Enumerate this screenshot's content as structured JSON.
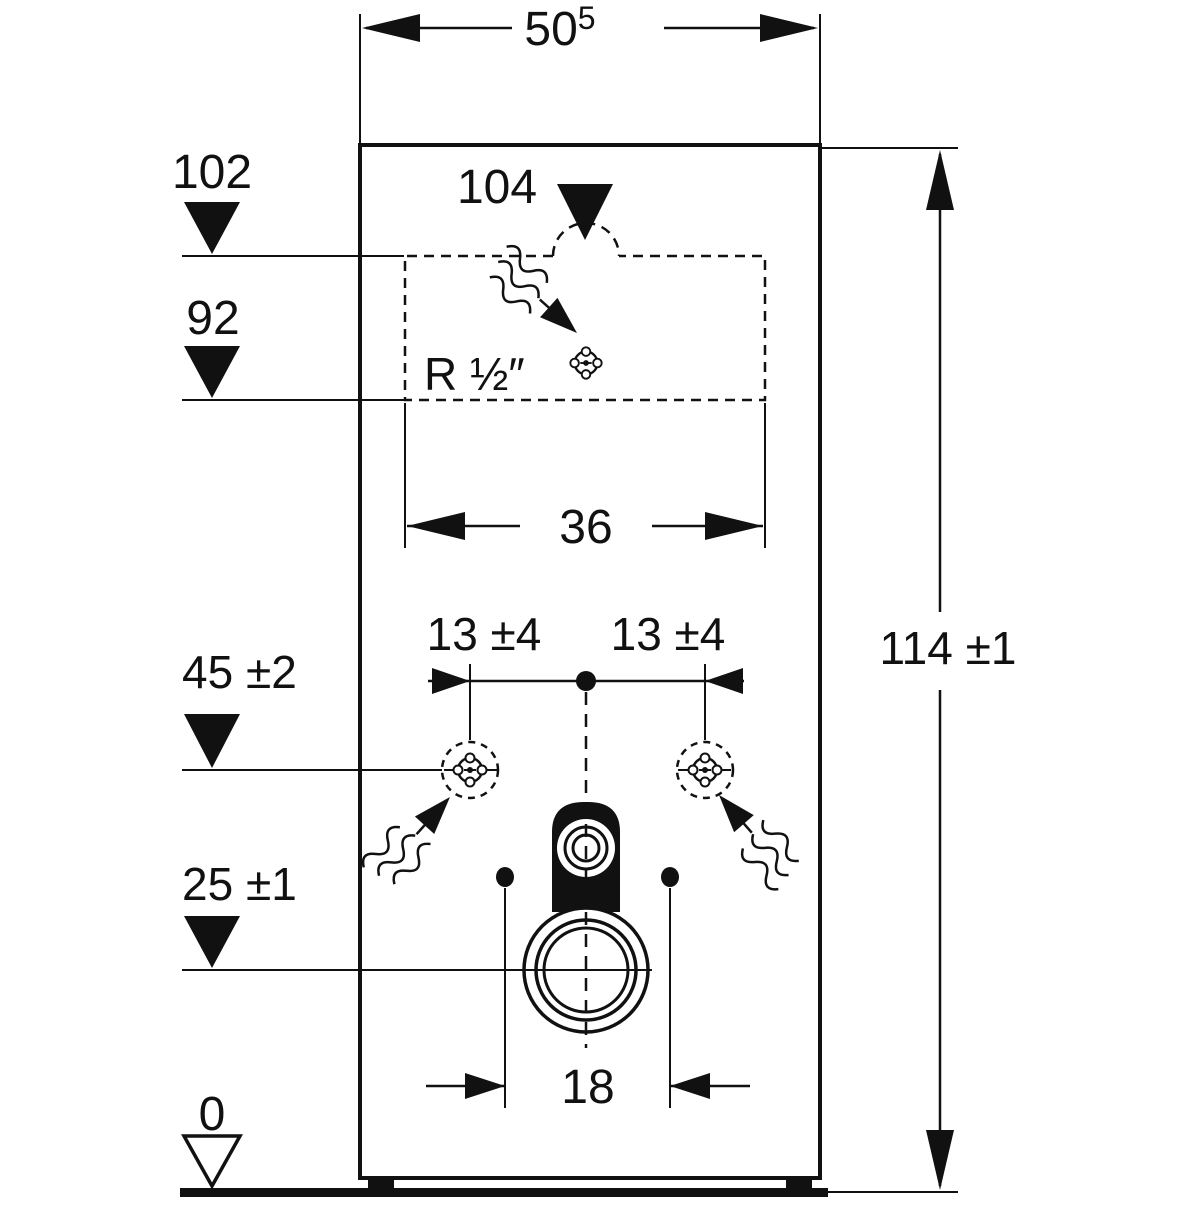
{
  "drawing": {
    "subject": "sanitary-module-front-view-dimension-drawing",
    "colors": {
      "ink": "#111111",
      "paper": "#ffffff"
    },
    "labels": {
      "top_width_value": "50",
      "top_width_sup": "5",
      "level_102": "102",
      "level_92": "92",
      "level_45": "45 ±2",
      "level_25": "25 ±1",
      "level_0": "0",
      "height_right": "114 ±1",
      "inlet_104": "104",
      "inlet_span_36": "36",
      "offset_13_left": "13 ±4",
      "offset_13_right": "13 ±4",
      "outlet_span_18": "18",
      "thread_size": "R ½″"
    }
  }
}
